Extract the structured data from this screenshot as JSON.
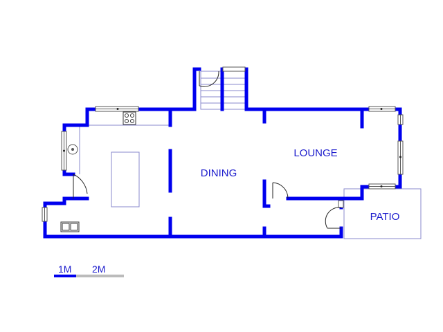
{
  "rooms": {
    "dining": "DINING",
    "lounge": "LOUNGE",
    "patio": "PATIO"
  },
  "scale": {
    "label_1": "1M",
    "label_2": "2M"
  },
  "colors": {
    "wall": "#0000ee",
    "fixture_line": "#8888cc",
    "label": "#1a1acc",
    "scale_primary": "#0000ee",
    "scale_secondary": "#bbbbbb"
  }
}
